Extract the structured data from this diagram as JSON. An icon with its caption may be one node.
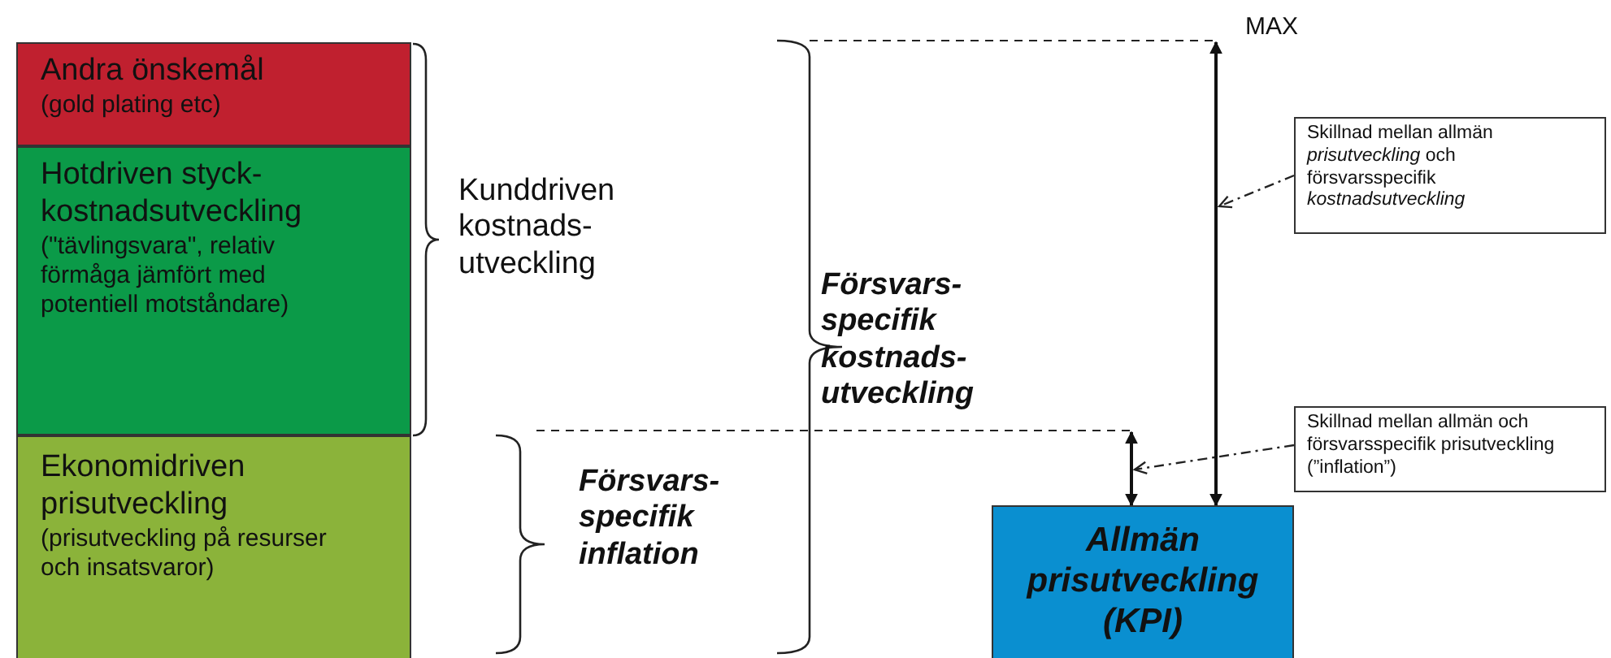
{
  "diagram": {
    "nodes": [
      {
        "text": [
          "Andra önskemål",
          "(gold plating etc)"
        ]
      },
      {
        "text": [
          "Hotdriven styck- kostnadsutveckling",
          "(\"tävlingsvara\", relativ förmåga jämfört med potentiell motståndare)"
        ]
      },
      {
        "text": [
          "Ekonomidriven prisutveckling",
          "(prisutveckling på resurser och insatsvaror)"
        ]
      },
      {
        "text": [
          "Allmän prisutveckling (KPI)"
        ]
      },
      {
        "text": [
          "Skillnad mellan allmän *prisutveckling* och försvarsspecifik *kostnadsutveckling*"
        ]
      },
      {
        "text": [
          "Skillnad mellan allmän och försvarsspecifik prisutveckling (”inflation”)"
        ]
      },
      {
        "text": [],
        "shape": "arrow"
      },
      {
        "text": [],
        "shape": "arrow"
      }
    ],
    "edges": [
      {
        "from": 4,
        "to": 6,
        "arrow": "to",
        "style": "dashed"
      },
      {
        "from": 5,
        "to": 7,
        "arrow": "to",
        "style": "dashed"
      }
    ],
    "labels": [
      "MAX",
      "Kunddriven kostnads- utveckling",
      "Försvars- specifik kostnads- utveckling",
      "Försvars- specifik inflation"
    ]
  }
}
